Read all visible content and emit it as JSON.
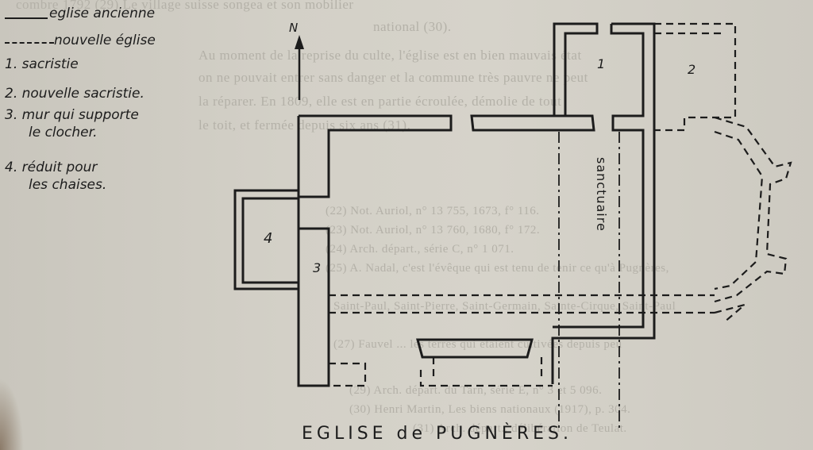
{
  "legend": {
    "old_church": "eglise ancienne",
    "new_church": "nouvelle église",
    "items": [
      {
        "lines": [
          "1.  sacristie"
        ]
      },
      {
        "lines": [
          "2. nouvelle sacristie."
        ]
      },
      {
        "lines": [
          "3. mur qui supporte",
          "le clocher."
        ]
      },
      {
        "lines": [
          "4. réduit pour",
          "les chaises."
        ]
      }
    ]
  },
  "plan_labels": {
    "north": "N",
    "room_1": "1",
    "room_2": "2",
    "room_3": "3",
    "room_4": "4",
    "sanctuary": "sanctuaire"
  },
  "caption": "EGLISE de PUGNÈRES.",
  "bleed_through": [
    "combre 1792 (29) Le village suisse songea et son mobilier",
    "national (30).",
    "Au moment de la reprise du culte, l'église est en bien mauvais état",
    "on ne pouvait entrer sans danger et la commune très pauvre ne peut",
    "la réparer. En 1809, elle est en partie écroulée, démolie de tout",
    "le toit, et fermée depuis six ans (31).",
    "(22) Not. Auriol, n° 13 755, 1673, f° 116.",
    "(23) Not. Auriol, n° 13 760, 1680, f° 172.",
    "(24) Arch. départ., série C, n° 1 071.",
    "(25) A. Nadal, c'est l'évêque qui est tenu de tenir ce qu'à Pugnères,",
    "Saint-Paul, Saint-Pierre, Saint-Germain, Sainte-Cirque, Saint-Paul",
    "(27) Fauvel ... les terres qui étaient cultivées depuis peu",
    "(29) Arch. départ. du Tarn, série E, n° 3 et 5 096.",
    "(30) Henri Martin, Les biens nationaux (1917), p. 304.",
    "(31) Arch. départ., délibération de Teulat."
  ]
}
